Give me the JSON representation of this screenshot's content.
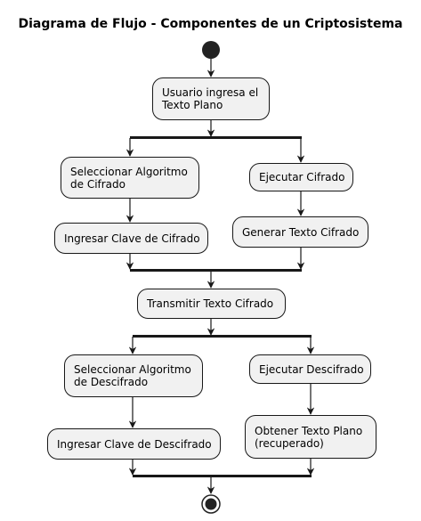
{
  "title": "Diagrama de Flujo - Componentes de un Criptosistema",
  "nodes": {
    "user_input": [
      "Usuario ingresa el",
      "Texto Plano"
    ],
    "select_cipher_algorithm": [
      "Seleccionar Algoritmo",
      "de Cifrado"
    ],
    "enter_cipher_key": [
      "Ingresar Clave de Cifrado"
    ],
    "execute_cipher": [
      "Ejecutar Cifrado"
    ],
    "generate_ciphertext": [
      "Generar Texto Cifrado"
    ],
    "transmit_ciphertext": [
      "Transmitir Texto Cifrado"
    ],
    "select_decipher_algorithm": [
      "Seleccionar Algoritmo",
      "de Descifrado"
    ],
    "enter_decipher_key": [
      "Ingresar Clave de Descifrado"
    ],
    "execute_decipher": [
      "Ejecutar Descifrado"
    ],
    "obtain_plaintext": [
      "Obtener Texto Plano",
      "(recuperado)"
    ]
  },
  "colors": {
    "node_fill": "#f1f1f1",
    "node_border": "#181818",
    "line": "#181818",
    "start": "#222222"
  }
}
